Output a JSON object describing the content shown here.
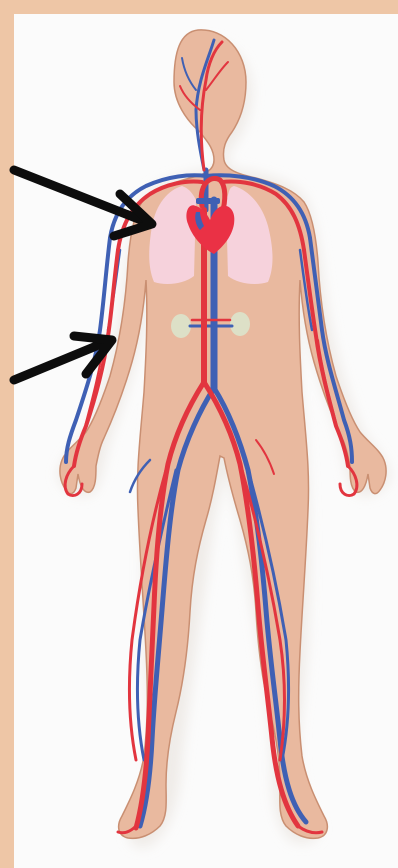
{
  "colors": {
    "border": "#eec6a6",
    "panel": "#fbfbfb",
    "skin": "#e9b99f",
    "skin_outline": "#c98f72",
    "shadow": "#eeeae6",
    "artery": "#e2353f",
    "vein": "#3f60b4",
    "heart": "#ea3145",
    "lung": "#f6d2dc",
    "kidney": "#dde0c7",
    "pointer": "#0d0d0d"
  },
  "figure": {
    "subject": "human-body",
    "system": "circulatory",
    "pointer_targets": [
      "heart",
      "arm-blood-vessel"
    ]
  }
}
